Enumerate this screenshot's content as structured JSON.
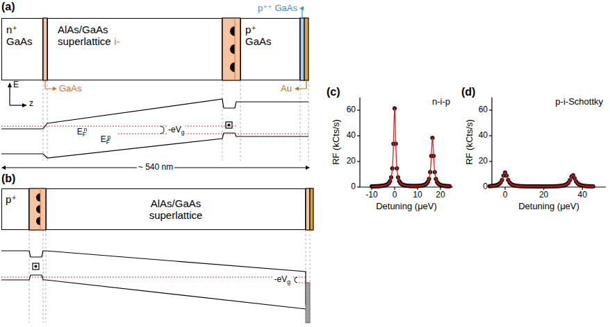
{
  "diagram": {
    "nodes": [
      {
        "text": [
          "n⁺ GaAs"
        ]
      },
      {
        "text": [
          "AlAs/GaAs superlattice",
          "i-"
        ]
      },
      {
        "text": [
          "p⁺ GaAs"
        ]
      },
      {
        "text": [
          "p⁺"
        ]
      },
      {
        "text": [
          "AlAs/GaAs superlattice"
        ]
      }
    ],
    "labels": [
      "(a)",
      "p⁺⁺ GaAs",
      "GaAs",
      "Au",
      "E",
      "z",
      "EFn",
      "EFp",
      "-eVg",
      "~ 540 nm",
      "(b)",
      "-eVg",
      "(c)",
      "n-i-p",
      "RF (kCts/s)",
      "0",
      "20",
      "40",
      "60",
      "-10",
      "0",
      "10",
      "20",
      "Detuning (μeV)",
      "(d)",
      "p-i-Schottky",
      "RF (kCts/s)",
      "0",
      "20",
      "40",
      "60",
      "0",
      "20",
      "40",
      "Detuning (μeV)"
    ]
  }
}
